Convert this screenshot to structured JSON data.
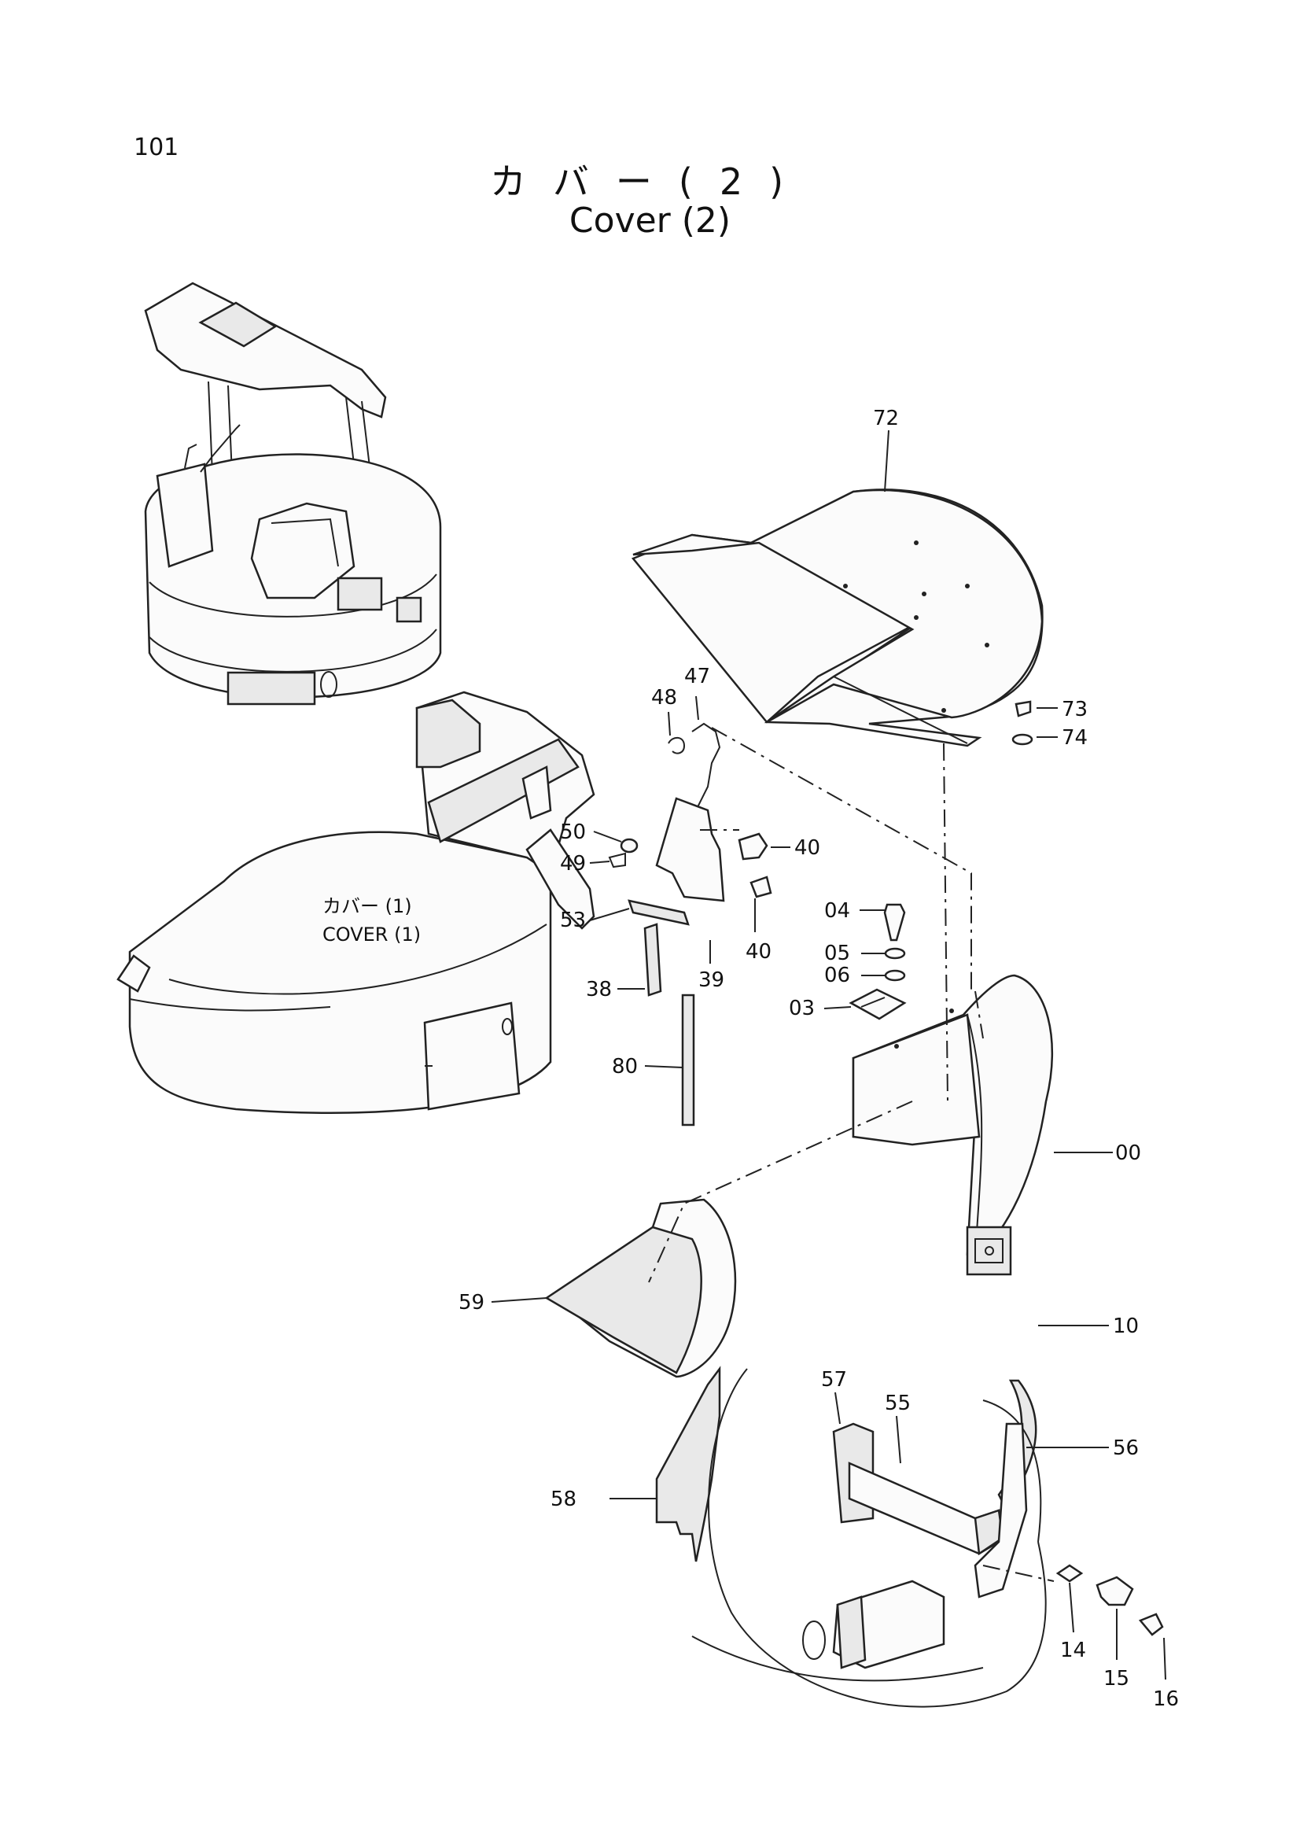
{
  "page_number": "101",
  "title_jp": "カバー(2)",
  "title_en": "Cover (2)",
  "inset_label": {
    "jp": "カバー (1)",
    "en": "COVER (1)"
  },
  "callouts": [
    "72",
    "48",
    "47",
    "73",
    "74",
    "50",
    "40",
    "49",
    "04",
    "53",
    "40",
    "05",
    "06",
    "03",
    "38",
    "39",
    "80",
    "00",
    "59",
    "10",
    "57",
    "55",
    "56",
    "58",
    "14",
    "15",
    "16"
  ]
}
